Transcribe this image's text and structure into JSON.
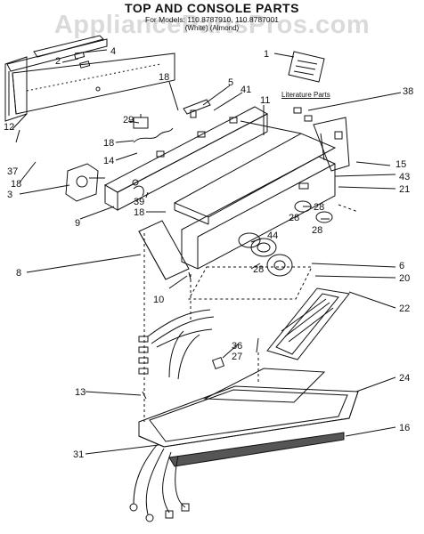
{
  "header": {
    "title": "TOP AND CONSOLE PARTS",
    "subtitle_model": "For Models: 110.8787910, 110.8787001",
    "subtitle_color": "(White)          (Almond)",
    "watermark": "AppliancePartsPros.com"
  },
  "literature_label": "Literature Parts",
  "callouts": [
    "1",
    "2",
    "3",
    "4",
    "5",
    "6",
    "8",
    "9",
    "10",
    "11",
    "12",
    "13",
    "14",
    "15",
    "16",
    "18",
    "18",
    "18",
    "18",
    "20",
    "21",
    "22",
    "24",
    "27",
    "28",
    "28",
    "28",
    "28",
    "29",
    "31",
    "36",
    "37",
    "38",
    "39",
    "41",
    "43",
    "44"
  ],
  "colors": {
    "line": "#111111",
    "background": "#ffffff",
    "watermark": "#999999"
  }
}
